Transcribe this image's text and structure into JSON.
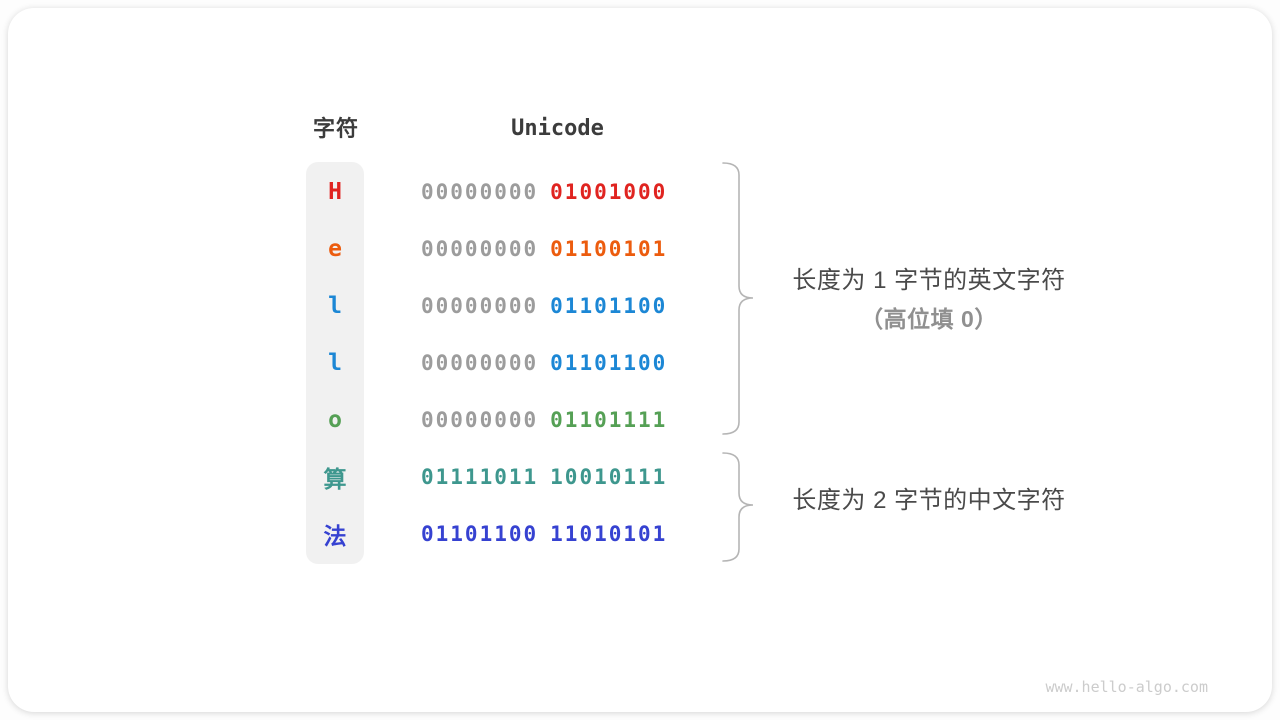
{
  "table": {
    "char_header": "字符",
    "unicode_header": "Unicode",
    "rows": [
      {
        "char": "H",
        "byte1": "00000000",
        "byte2": "01001000",
        "color": "#e02420",
        "byte1_gray": true
      },
      {
        "char": "e",
        "byte1": "00000000",
        "byte2": "01100101",
        "color": "#ec5c0e",
        "byte1_gray": true
      },
      {
        "char": "l",
        "byte1": "00000000",
        "byte2": "01101100",
        "color": "#1c87d5",
        "byte1_gray": true
      },
      {
        "char": "l",
        "byte1": "00000000",
        "byte2": "01101100",
        "color": "#1c87d5",
        "byte1_gray": true
      },
      {
        "char": "o",
        "byte1": "00000000",
        "byte2": "01101111",
        "color": "#55a055",
        "byte1_gray": true
      },
      {
        "char": "算",
        "byte1": "01111011",
        "byte2": "10010111",
        "color": "#3e978e",
        "byte1_gray": false
      },
      {
        "char": "法",
        "byte1": "01101100",
        "byte2": "11010101",
        "color": "#3642d1",
        "byte1_gray": false
      }
    ]
  },
  "annotations": {
    "group1_line1": "长度为 1 字节的英文字符",
    "group1_line2": "（高位填 0）",
    "group2_line1": "长度为 2 字节的中文字符"
  },
  "watermark": "www.hello-algo.com",
  "colors": {
    "padding_bits": "#9c9c9c",
    "brace_stroke": "#b5b5b5",
    "header_text": "#3c3c3c",
    "note_text": "#4a4a4a",
    "note_sub_text": "#909090",
    "char_column_bg": "#f1f1f1",
    "watermark_text": "#cccccc"
  }
}
